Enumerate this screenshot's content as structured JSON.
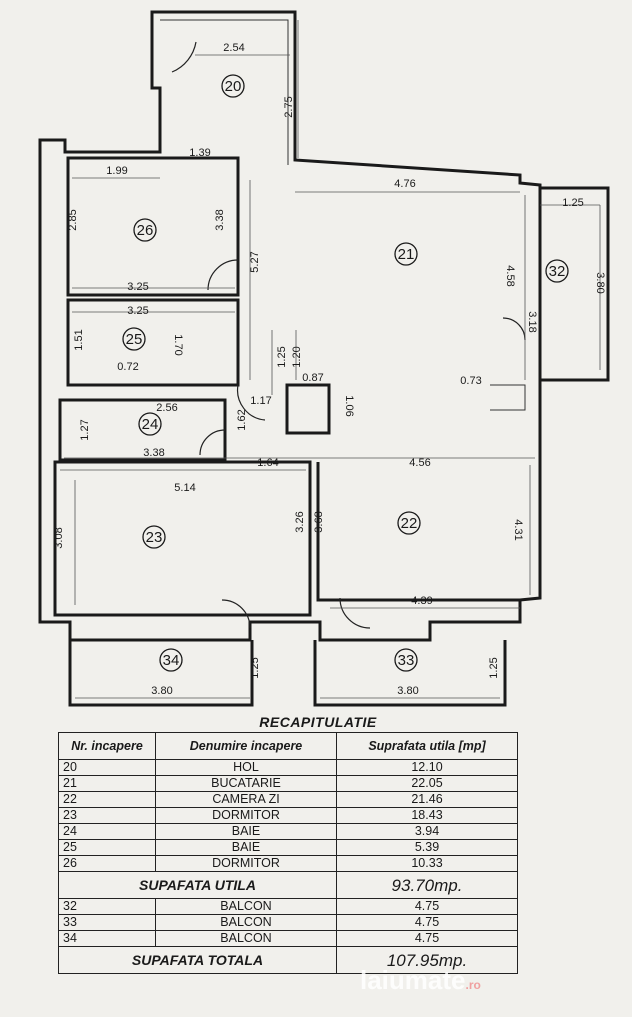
{
  "plan": {
    "rooms": [
      "20",
      "21",
      "22",
      "23",
      "24",
      "25",
      "26",
      "32",
      "33",
      "34"
    ],
    "dims": {
      "d254": "2.54",
      "d275": "2.75",
      "d139": "1.39",
      "d199": "1.99",
      "d285": "2.85",
      "d338a": "3.38",
      "d527": "5.27",
      "d476": "4.76",
      "d125a": "1.25",
      "d458": "4.58",
      "d380a": "3.80",
      "d318": "3.18",
      "d325a": "3.25",
      "d325b": "3.25",
      "d151": "1.51",
      "d170": "1.70",
      "d072": "0.72",
      "d125b": "1.25",
      "d120": "1.20",
      "d087": "0.87",
      "d106": "1.06",
      "d073": "0.73",
      "d256": "2.56",
      "d127": "1.27",
      "d117": "1.17",
      "d162": "1.62",
      "d338b": "3.38",
      "d164": "1.64",
      "d456": "4.56",
      "d514": "5.14",
      "d308": "3.08",
      "d326": "3.26",
      "d368": "3.68",
      "d431": "4.31",
      "d439": "4.39",
      "d125c": "1.25",
      "d380b": "3.80",
      "d125d": "1.25",
      "d380c": "3.80"
    }
  },
  "recap": {
    "title": "RECAPITULATIE",
    "headers": {
      "nr": "Nr. incapere",
      "name": "Denumire incapere",
      "area": "Suprafata utila [mp]"
    },
    "rows": [
      {
        "nr": "20",
        "name": "HOL",
        "area": "12.10"
      },
      {
        "nr": "21",
        "name": "BUCATARIE",
        "area": "22.05"
      },
      {
        "nr": "22",
        "name": "CAMERA ZI",
        "area": "21.46"
      },
      {
        "nr": "23",
        "name": "DORMITOR",
        "area": "18.43"
      },
      {
        "nr": "24",
        "name": "BAIE",
        "area": "3.94"
      },
      {
        "nr": "25",
        "name": "BAIE",
        "area": "5.39"
      },
      {
        "nr": "26",
        "name": "DORMITOR",
        "area": "10.33"
      }
    ],
    "useful_label": "SUPAFATA UTILA",
    "useful_value": "93.70mp.",
    "balcony_rows": [
      {
        "nr": "32",
        "name": "BALCON",
        "area": "4.75"
      },
      {
        "nr": "33",
        "name": "BALCON",
        "area": "4.75"
      },
      {
        "nr": "34",
        "name": "BALCON",
        "area": "4.75"
      }
    ],
    "total_label": "SUPAFATA TOTALA",
    "total_value": "107.95mp."
  },
  "watermark": {
    "text": "laiumate",
    "suffix": ".ro"
  }
}
